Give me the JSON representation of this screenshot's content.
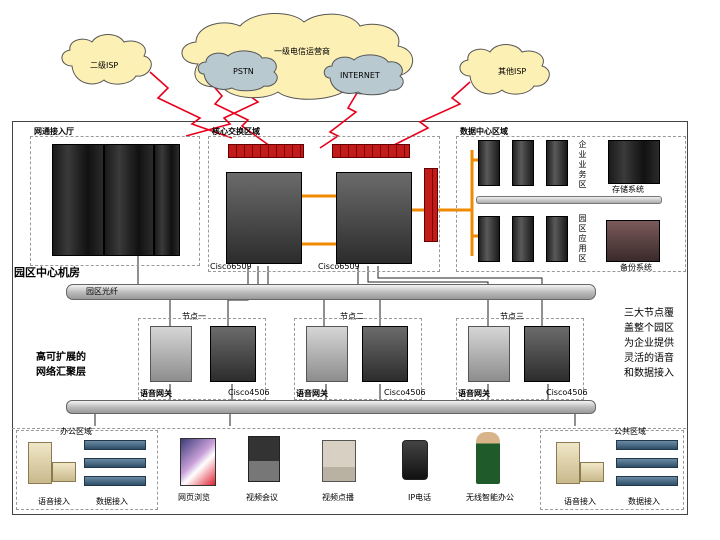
{
  "clouds": {
    "tier2_isp": "二级ISP",
    "carrier": "一级电信运营商",
    "pstn": "PSTN",
    "internet": "INTERNET",
    "other_isp": "其他ISP"
  },
  "zones": {
    "network_access": "网通接入厅",
    "core_switch": "核心交换区域",
    "data_center": "数据中心区域",
    "campus_center": "园区中心机房",
    "backbone": "园区光纤",
    "node1": "节点一",
    "node2": "节点二",
    "node3": "节点三",
    "office_area": "办公区域",
    "public_area": "公共区域"
  },
  "devices": {
    "core1": "Cisco6509",
    "core2": "Cisco6509",
    "agg_model": "Cisco4506",
    "voice_gw": "语音网关",
    "ent_apps": "企业业务区",
    "campus_apps": "园区应用区",
    "backup_system": "存储系统",
    "storage_device": "备份系统"
  },
  "side_texts": {
    "aggregation_label": "高可扩展的\n网络汇聚层",
    "summary": "三大节点覆\n盖整个园区\n为企业提供\n灵活的语音\n和数据接入"
  },
  "endpoints": {
    "voice_access": "语音接入",
    "data_access": "数据接入",
    "web_browse": "网页浏览",
    "video_conf": "视频会议",
    "video_stream": "视频点播",
    "ip_phone": "IP电话",
    "wireless_office": "无线智能办公"
  },
  "colors": {
    "wan_link": "#e8001c",
    "lan_link": "#f08a00",
    "cloud_fill": "#fdf0b5",
    "inner_cloud": "#b8c9d0"
  }
}
